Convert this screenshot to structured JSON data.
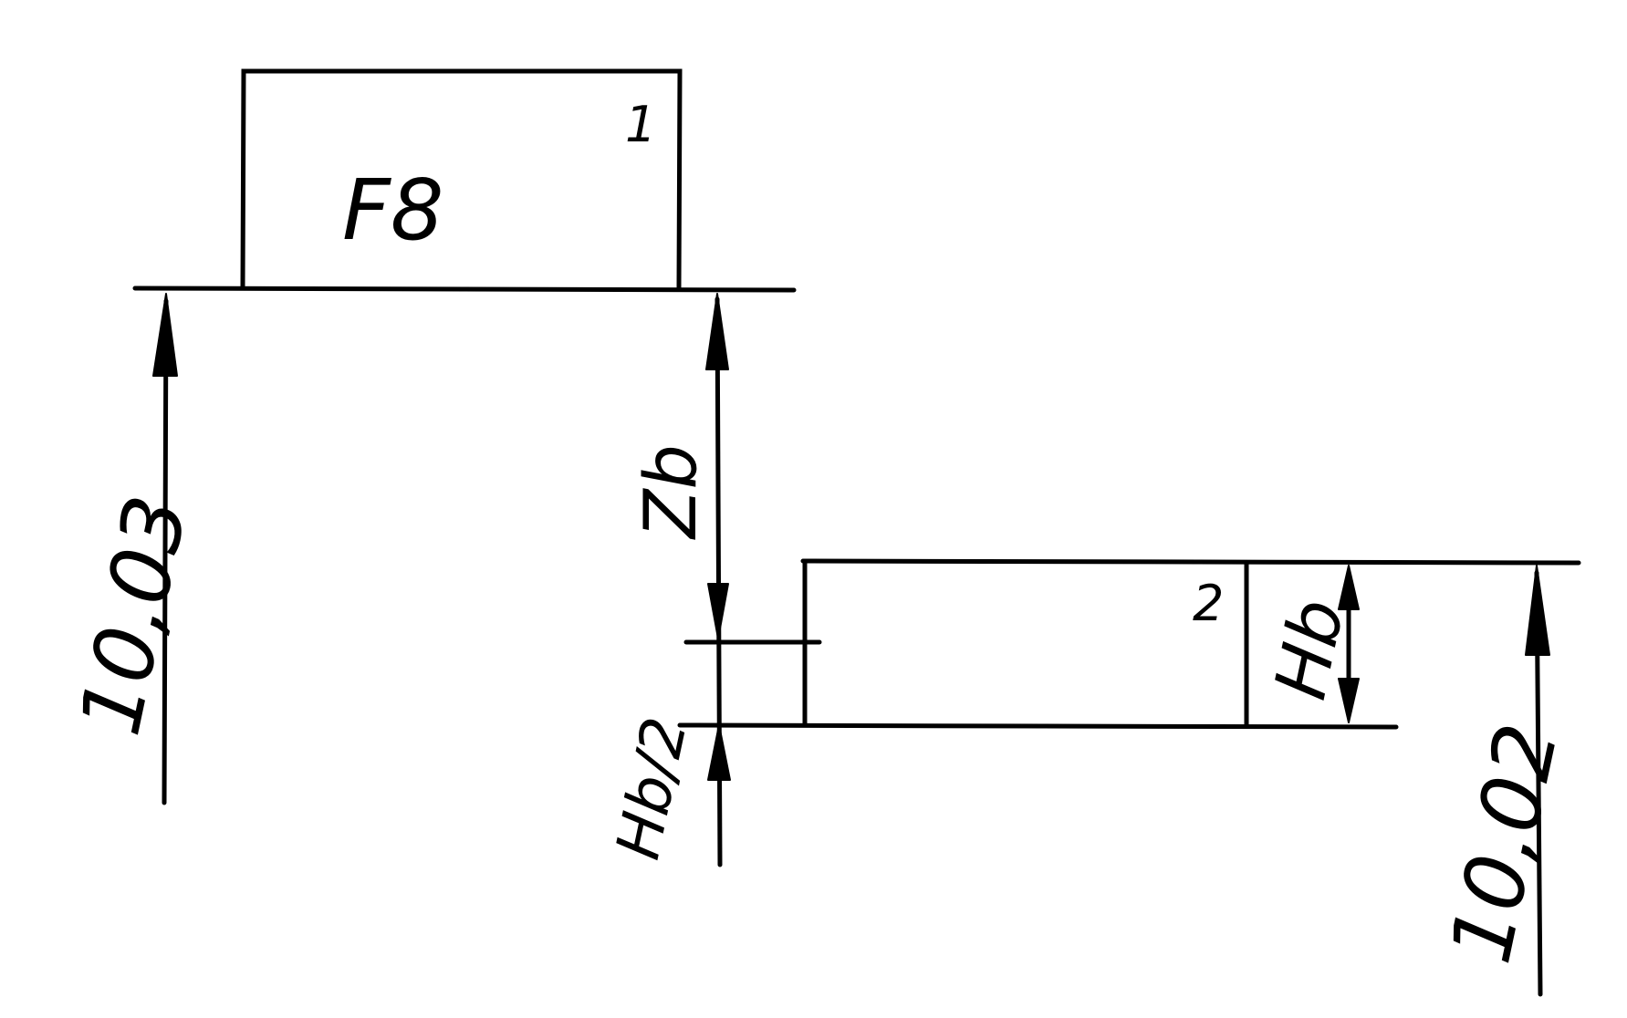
{
  "labels": {
    "box1_text": "F8",
    "box1_number": "1",
    "box2_number": "2",
    "left_dimension": "10,03",
    "right_dimension": "10,02",
    "zb": "Zb",
    "hb": "Hb",
    "hb_half": "Hb/2"
  }
}
